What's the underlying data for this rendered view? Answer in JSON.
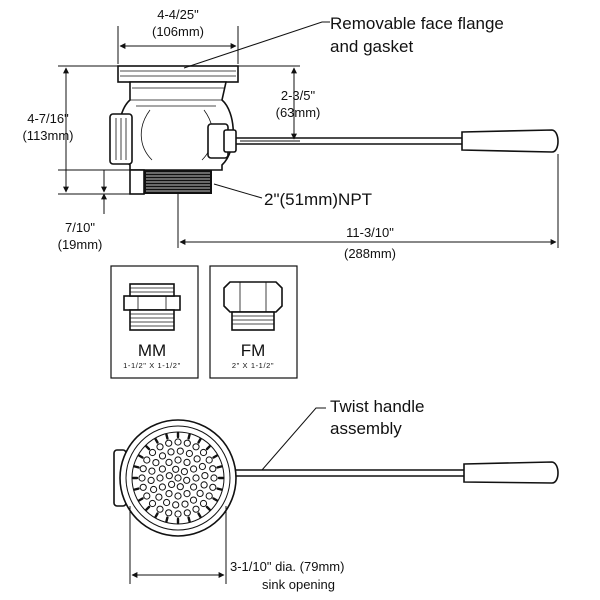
{
  "top_view": {
    "width_dim": {
      "imperial": "4-4/25\"",
      "metric": "(106mm)"
    },
    "height_dim": {
      "imperial": "4-7/16\"",
      "metric": "(113mm)"
    },
    "handle_height_dim": {
      "imperial": "2-3/5\"",
      "metric": "(63mm)"
    },
    "thread_dim": {
      "imperial": "7/10\"",
      "metric": "(19mm)"
    },
    "length_dim": {
      "imperial": "11-3/10\"",
      "metric": "(288mm)"
    },
    "flange_callout": {
      "line1": "Removable face flange",
      "line2": "and gasket"
    },
    "npt_callout": "2\"(51mm)NPT"
  },
  "adapters": [
    {
      "title": "MM",
      "subtitle": "1-1/2\" X 1-1/2\""
    },
    {
      "title": "FM",
      "subtitle": "2\" X 1-1/2\""
    }
  ],
  "bottom_view": {
    "handle_callout": {
      "line1": "Twist handle",
      "line2": "assembly"
    },
    "diameter_dim": "3-1/10\" dia. (79mm)",
    "diameter_note": "sink opening"
  }
}
